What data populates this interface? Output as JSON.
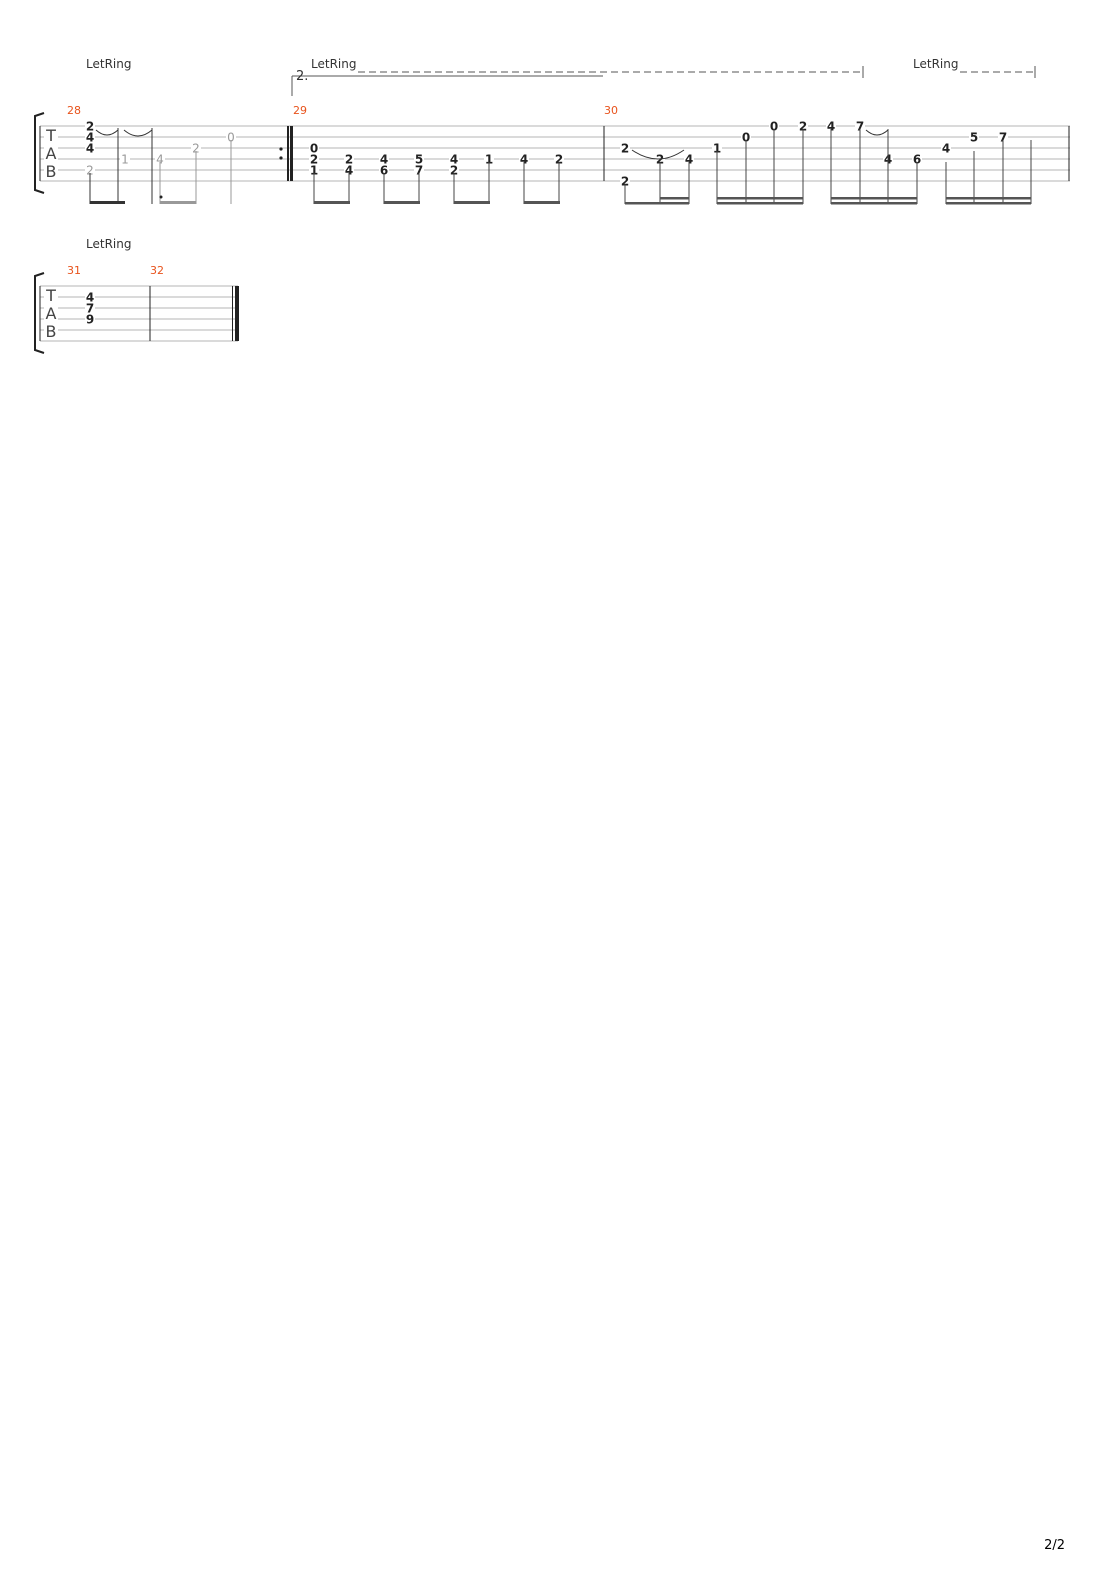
{
  "page_number": "2/2",
  "colors": {
    "measure_number": "#e8531c",
    "note": "#222222",
    "ghost_note": "#9a9a9a",
    "staff_line": "#b4b4b4"
  },
  "systems": [
    {
      "clef_letters": [
        "T",
        "A",
        "B"
      ],
      "let_ring_labels": [
        "LetRing",
        "LetRing",
        "LetRing"
      ],
      "volta_label": "2.",
      "measures": [
        {
          "number": "28",
          "repeat_end": true,
          "notes": [
            {
              "col": 0,
              "string": 1,
              "fret": "2"
            },
            {
              "col": 0,
              "string": 2,
              "fret": "4"
            },
            {
              "col": 0,
              "string": 3,
              "fret": "4"
            },
            {
              "col": 0,
              "string": 5,
              "fret": "2",
              "ghost": true
            },
            {
              "col": 1,
              "string": 4,
              "fret": "1",
              "ghost": true
            },
            {
              "col": 2,
              "string": 4,
              "fret": "4",
              "ghost": true
            },
            {
              "col": 3,
              "string": 3,
              "fret": "2",
              "ghost": true
            },
            {
              "col": 4,
              "string": 2,
              "fret": "0",
              "ghost": true
            }
          ]
        },
        {
          "number": "29",
          "repeat_start": true,
          "notes": [
            {
              "col": 0,
              "string": 3,
              "fret": "0"
            },
            {
              "col": 0,
              "string": 4,
              "fret": "2"
            },
            {
              "col": 0,
              "string": 5,
              "fret": "1"
            },
            {
              "col": 1,
              "string": 4,
              "fret": "2"
            },
            {
              "col": 1,
              "string": 5,
              "fret": "4"
            },
            {
              "col": 2,
              "string": 4,
              "fret": "4"
            },
            {
              "col": 2,
              "string": 5,
              "fret": "6"
            },
            {
              "col": 3,
              "string": 4,
              "fret": "5"
            },
            {
              "col": 3,
              "string": 5,
              "fret": "7"
            },
            {
              "col": 4,
              "string": 4,
              "fret": "4"
            },
            {
              "col": 4,
              "string": 5,
              "fret": "2"
            },
            {
              "col": 5,
              "string": 4,
              "fret": "1"
            },
            {
              "col": 6,
              "string": 4,
              "fret": "4"
            },
            {
              "col": 7,
              "string": 4,
              "fret": "2"
            }
          ]
        },
        {
          "number": "30",
          "notes": [
            {
              "col": 0,
              "string": 3,
              "fret": "2"
            },
            {
              "col": 0,
              "string": 6,
              "fret": "2"
            },
            {
              "col": 1,
              "string": 4,
              "fret": "2"
            },
            {
              "col": 2,
              "string": 4,
              "fret": "4"
            },
            {
              "col": 3,
              "string": 3,
              "fret": "1"
            },
            {
              "col": 4,
              "string": 2,
              "fret": "0"
            },
            {
              "col": 5,
              "string": 1,
              "fret": "0"
            },
            {
              "col": 6,
              "string": 1,
              "fret": "2"
            },
            {
              "col": 7,
              "string": 1,
              "fret": "4"
            },
            {
              "col": 8,
              "string": 1,
              "fret": "7"
            },
            {
              "col": 9,
              "string": 4,
              "fret": "4"
            },
            {
              "col": 10,
              "string": 4,
              "fret": "6"
            },
            {
              "col": 11,
              "string": 3,
              "fret": "4"
            },
            {
              "col": 12,
              "string": 2,
              "fret": "5"
            },
            {
              "col": 13,
              "string": 2,
              "fret": "7"
            }
          ]
        }
      ]
    },
    {
      "clef_letters": [
        "T",
        "A",
        "B"
      ],
      "let_ring_labels": [
        "LetRing"
      ],
      "measures": [
        {
          "number": "31",
          "notes": [
            {
              "col": 0,
              "string": 2,
              "fret": "4"
            },
            {
              "col": 0,
              "string": 3,
              "fret": "7"
            },
            {
              "col": 0,
              "string": 4,
              "fret": "9"
            }
          ]
        },
        {
          "number": "32",
          "final_barline": true,
          "notes": []
        }
      ]
    }
  ]
}
